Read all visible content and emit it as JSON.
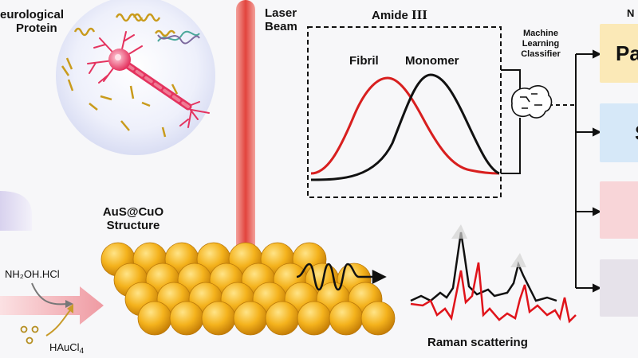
{
  "labels": {
    "neuro_line1": "eurological",
    "neuro_line2": "Protein",
    "laser_line1": "Laser",
    "laser_line2": "Beam",
    "amide_prefix": "Amide",
    "amide_roman": "III",
    "fibril": "Fibril",
    "monomer": "Monomer",
    "ml_line1": "Machine",
    "ml_line2": "Learning",
    "ml_line3": "Classifier",
    "n_partial": "N",
    "aus_line1": "AuS@CuO",
    "aus_line2": "Structure",
    "reagent1": "NH₂OH.HCl",
    "reagent2_main": "HAuCl",
    "reagent2_sub": "4",
    "raman": "Raman scattering"
  },
  "output_boxes": [
    {
      "label": "Pa",
      "color": "#fbe9b7"
    },
    {
      "label": "S",
      "color": "#d6e8f8"
    },
    {
      "label": "",
      "color": "#f8d5d8"
    },
    {
      "label": "",
      "color": "#e6e2ea"
    }
  ],
  "colors": {
    "laser": "#e0453f",
    "fibril_curve": "#d81f1f",
    "monomer_curve": "#111111",
    "gold_sphere": "#f1b51f",
    "arrow_pink": "#f0a3a8"
  },
  "icons": [
    "neuron-icon",
    "protein-fibril-icon",
    "dna-helix-icon",
    "brain-circuit-icon",
    "gold-sphere-icon",
    "wave-arrow-icon"
  ]
}
